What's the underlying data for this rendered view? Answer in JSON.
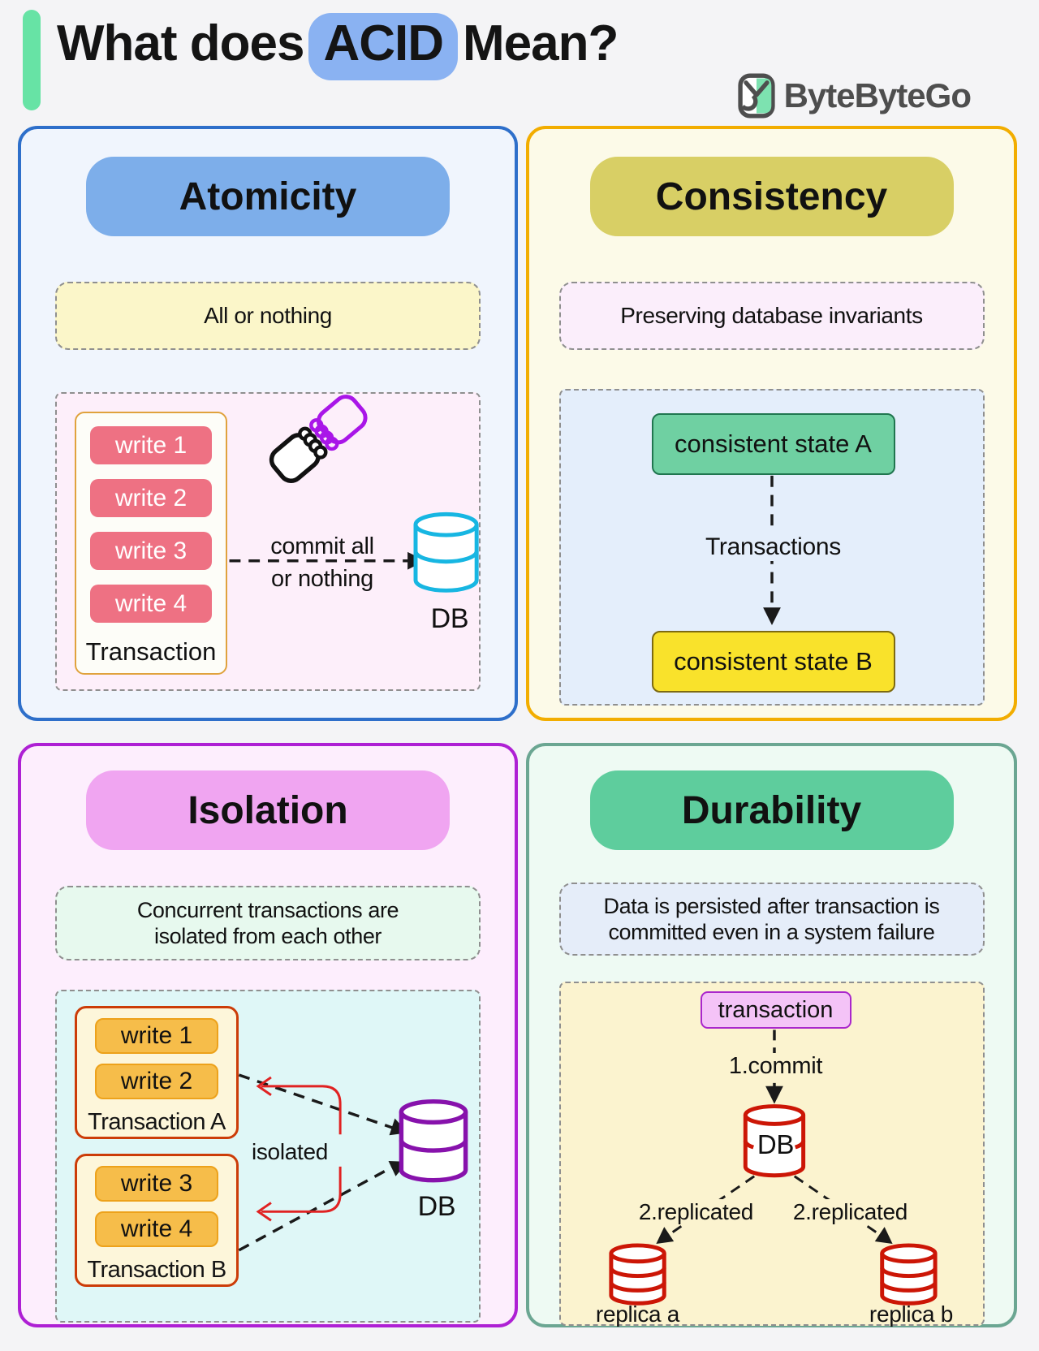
{
  "header": {
    "title_prefix": "What does",
    "title_highlight": "ACID",
    "title_suffix": "Mean?",
    "logo_text": "ByteByteGo",
    "accent_bar_color": "#67e3a5",
    "highlight_color": "#8ab2f2"
  },
  "panels": {
    "atomicity": {
      "title": "Atomicity",
      "caption": "All or nothing",
      "writes": [
        "write 1",
        "write 2",
        "write 3",
        "write 4"
      ],
      "transaction_label": "Transaction",
      "arrow_label_line1": "commit all",
      "arrow_label_line2": "or nothing",
      "db_label": "DB",
      "colors": {
        "border": "#2e6fca",
        "header_pill": "#7daeea",
        "caption_bg": "#fbf6c9",
        "diagram_bg": "#fdeffa",
        "write_pill": "#ee7183",
        "db_cylinder": "#17b6e2",
        "fist_black": "#111111",
        "fist_purple": "#a916e8"
      }
    },
    "consistency": {
      "title": "Consistency",
      "caption": "Preserving database invariants",
      "state_a": "consistent state A",
      "arrow_label": "Transactions",
      "state_b": "consistent state B",
      "colors": {
        "border": "#f2ad00",
        "header_pill": "#d8cf65",
        "caption_bg": "#fbeefb",
        "diagram_bg": "#e4eefb",
        "state_a_bg": "#6fd0a2",
        "state_b_bg": "#f9e22b"
      }
    },
    "isolation": {
      "title": "Isolation",
      "caption_line1": "Concurrent transactions are",
      "caption_line2": "isolated from each other",
      "transaction_a": {
        "writes": [
          "write 1",
          "write 2"
        ],
        "label": "Transaction A"
      },
      "transaction_b": {
        "writes": [
          "write 3",
          "write 4"
        ],
        "label": "Transaction B"
      },
      "isolated_label": "isolated",
      "db_label": "DB",
      "colors": {
        "border": "#ae20d4",
        "header_pill": "#f0a5f1",
        "caption_bg": "#e7f9ee",
        "diagram_bg": "#dff7f7",
        "txn_box_bg": "#fdf6da",
        "txn_box_border": "#cc3c08",
        "write_pill": "#f6bd4a",
        "db_cylinder": "#8712ac",
        "isolated_arrows": "#e02222"
      }
    },
    "durability": {
      "title": "Durability",
      "caption_line1": "Data is persisted after transaction is",
      "caption_line2": "committed even in a system failure",
      "transaction_label": "transaction",
      "commit_label": "1.commit",
      "db_label": "DB",
      "replicated_left_label": "2.replicated",
      "replicated_right_label": "2.replicated",
      "replica_a_label": "replica a",
      "replica_b_label": "replica b",
      "colors": {
        "border": "#6ba692",
        "header_pill": "#5ecd9d",
        "caption_bg": "#e5edf9",
        "diagram_bg": "#fbf3cf",
        "transaction_pill_bg": "#f4c3f7",
        "db_cylinder": "#cc1606"
      }
    }
  }
}
